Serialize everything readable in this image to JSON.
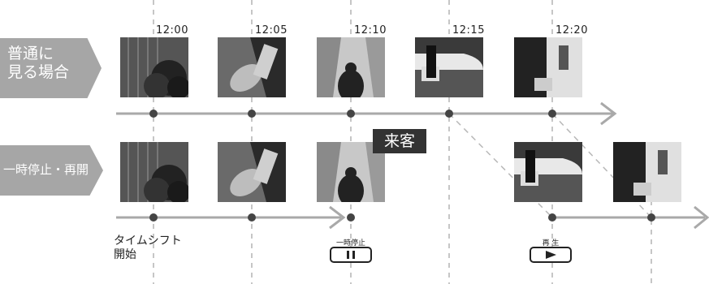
{
  "rows": {
    "normal_label": "普通に\n見る場合",
    "pause_label": "一時停止・再開"
  },
  "times": [
    "12:00",
    "12:05",
    "12:10",
    "12:15",
    "12:20"
  ],
  "visitor_label": "来客",
  "timeshift_caption": "タイムシフト\n開始",
  "buttons": {
    "pause_label": "一時停止",
    "play_label": "再 生"
  },
  "colors": {
    "arrow": "#a9a9a9",
    "tag": "#a6a6a6",
    "dot": "#444444"
  }
}
